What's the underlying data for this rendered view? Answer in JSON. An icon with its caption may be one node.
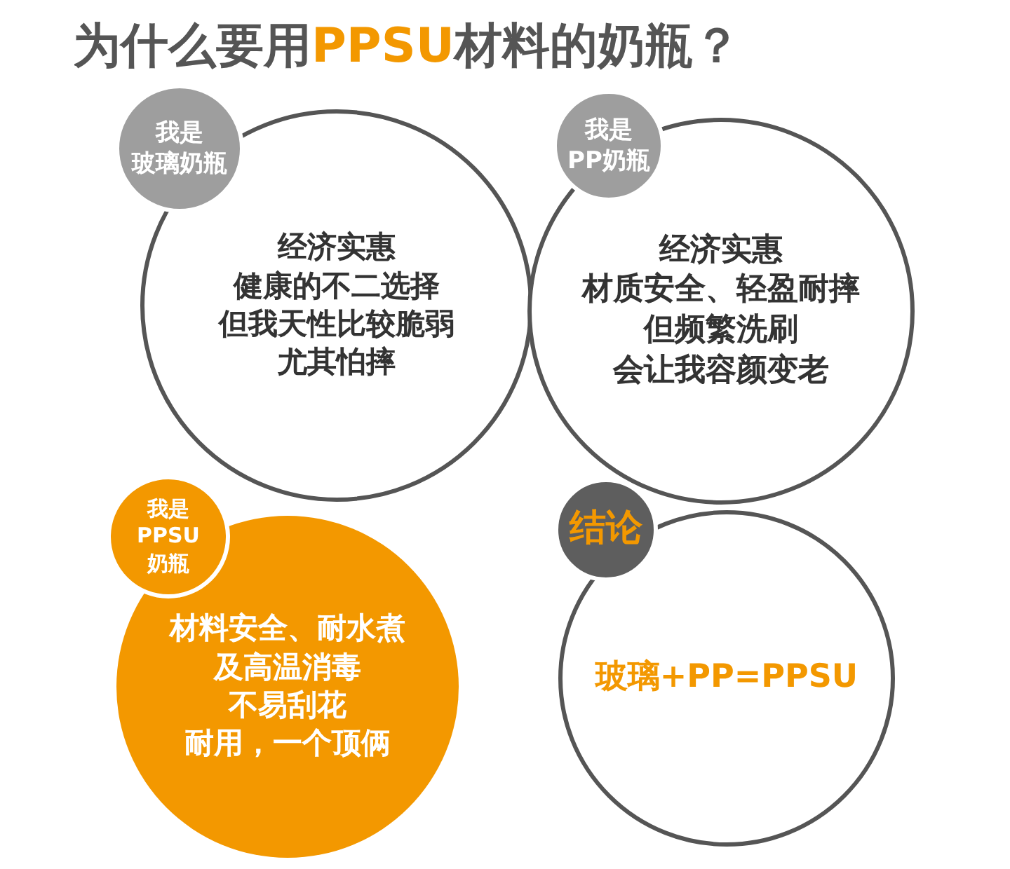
{
  "diagram": {
    "title": "为什么要用**PPSU**材料的奶瓶？",
    "nodes": [
      {
        "text": [
          "经济实惠",
          "健康的不二选择",
          "但我天性比较脆弱",
          "尤其怕摔"
        ]
      },
      {
        "text": [
          "我是",
          "玻璃奶瓶"
        ]
      },
      {
        "text": [
          "经济实惠",
          "材质安全、轻盈耐摔",
          "但频繁洗刷",
          "会让我容颜变老"
        ]
      },
      {
        "text": [
          "我是",
          "PP奶瓶"
        ]
      },
      {
        "text": [
          "材料安全、耐水煮",
          "及高温消毒",
          "不易刮花",
          "耐用，一个顶俩"
        ]
      },
      {
        "text": [
          "我是",
          "PPSU",
          "奶瓶"
        ]
      },
      {
        "text": [
          "玻璃+PP=PPSU"
        ]
      },
      {
        "text": [
          "结论"
        ]
      }
    ]
  }
}
